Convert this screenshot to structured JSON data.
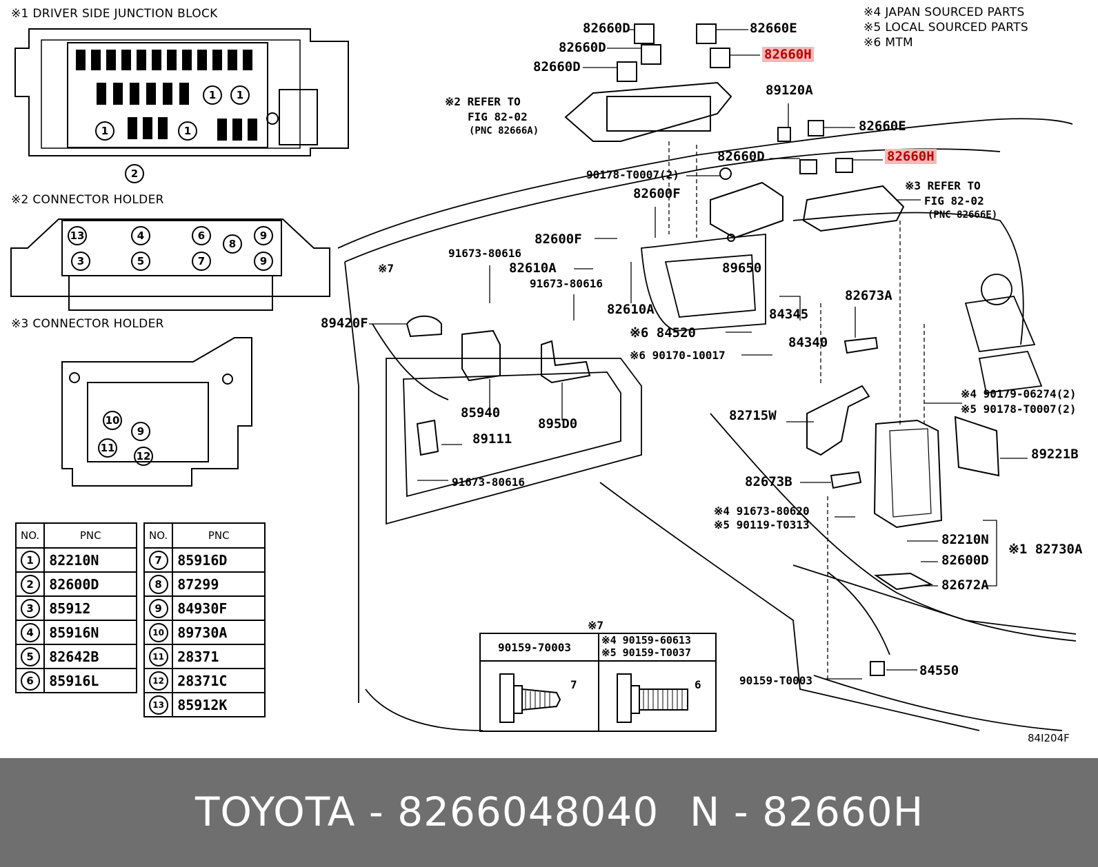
{
  "header_notes": {
    "note_4": "※4 JAPAN SOURCED PARTS",
    "note_5": "※5 LOCAL SOURCED PARTS",
    "note_6": "※6 MTM"
  },
  "insets": {
    "junction_block_title": "※1 DRIVER SIDE JUNCTION BLOCK",
    "holder2_title": "※2 CONNECTOR HOLDER",
    "holder3_title": "※3 CONNECTOR HOLDER"
  },
  "labels": {
    "l82660D_1": "82660D",
    "l82660E_1": "82660E",
    "l82660D_2": "82660D",
    "l82660H_top": "82660H",
    "l82660D_3": "82660D",
    "refer2_a": "※2 REFER TO",
    "refer2_b": "FIG 82-02",
    "refer2_c": "(PNC 82666A)",
    "l89120A": "89120A",
    "l82660E_2": "82660E",
    "l82660D_4": "82660D",
    "l82660H_mid": "82660H",
    "l90178": "90178-T0007(2)",
    "l82600F_1": "82600F",
    "refer3_a": "※3 REFER TO",
    "refer3_b": "FIG 82-02",
    "refer3_c": "(PNC 82666E)",
    "l82600F_2": "82600F",
    "l91673_a": "91673-80616",
    "l82610A_1": "82610A",
    "l89650": "89650",
    "l7": "※7",
    "l91673_b": "91673-80616",
    "l89420F": "89420F",
    "l82610A_2": "82610A",
    "l84345": "84345",
    "l82673A": "82673A",
    "l84520": "※6 84520",
    "l84340": "84340",
    "l90170": "※6 90170-10017",
    "l85940": "85940",
    "l89111": "89111",
    "l895D0": "895D0",
    "l82715W": "82715W",
    "l90179": "※4 90179-06274(2)",
    "l90178b": "※5 90178-T0007(2)",
    "l89221B": "89221B",
    "l91673_c": "91673-80616",
    "l82673B": "82673B",
    "l91673_d": "※4 91673-80620",
    "l90119": "※5 90119-T0313",
    "l82210N": "82210N",
    "l82730A": "※1 82730A",
    "l82600D": "82600D",
    "l82672A": "82672A",
    "l90159_t": "90159-T0003",
    "l84550": "84550",
    "l84I204F": "84I204F"
  },
  "bolt_box": {
    "title": "※7",
    "left_part": "90159-70003",
    "right_part_4": "※4 90159-60613",
    "right_part_5": "※5 90159-T0037",
    "left_dim": "7",
    "right_dim": "6"
  },
  "table": {
    "col_no": "NO.",
    "col_pnc": "PNC",
    "left_rows": [
      {
        "no": "1",
        "pnc": "82210N"
      },
      {
        "no": "2",
        "pnc": "82600D"
      },
      {
        "no": "3",
        "pnc": "85912"
      },
      {
        "no": "4",
        "pnc": "85916N"
      },
      {
        "no": "5",
        "pnc": "82642B"
      },
      {
        "no": "6",
        "pnc": "85916L"
      }
    ],
    "right_rows": [
      {
        "no": "7",
        "pnc": "85916D"
      },
      {
        "no": "8",
        "pnc": "87299"
      },
      {
        "no": "9",
        "pnc": "84930F"
      },
      {
        "no": "10",
        "pnc": "89730A"
      },
      {
        "no": "11",
        "pnc": "28371"
      },
      {
        "no": "12",
        "pnc": "28371C"
      },
      {
        "no": "13",
        "pnc": "85912K"
      }
    ]
  },
  "junction_markers": {
    "m1": "1",
    "m2": "2"
  },
  "holder2_markers": [
    "13",
    "4",
    "6",
    "9",
    "8",
    "3",
    "5",
    "7",
    "9"
  ],
  "holder3_markers": [
    "10",
    "9",
    "11",
    "12"
  ],
  "footer": {
    "brand_part": "TOYOTA - 8266048040",
    "ref": "N - 82660H"
  },
  "colors": {
    "highlight_bg": "#f3b8b8",
    "highlight_text": "#b00000",
    "footer_bg": "#6f6f6f"
  }
}
